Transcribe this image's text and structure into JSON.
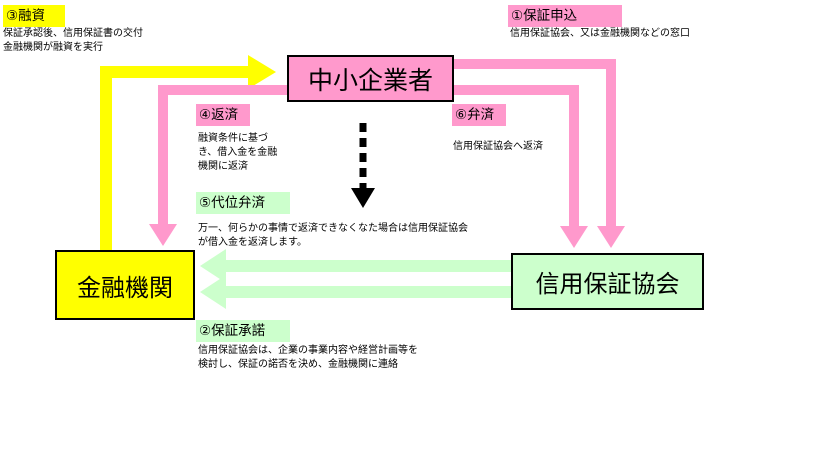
{
  "entities": {
    "sme": "中小企業者",
    "bank": "金融機関",
    "cgc": "信用保証協会"
  },
  "steps": {
    "loan": {
      "label": "③融資",
      "lines": [
        "保証承認後、信用保証書の交付",
        "金融機関が融資を実行"
      ]
    },
    "application": {
      "label": "①保証申込",
      "lines": [
        "信用保証協会、又は金融機関などの窓口"
      ]
    },
    "repayment": {
      "label": "④返済",
      "lines": [
        "融資条件に基づ",
        "き、借入金を金融",
        "機関に返済"
      ]
    },
    "reimbursement": {
      "label": "⑥弁済",
      "lines": [
        "信用保証協会へ返済"
      ]
    },
    "subrogation": {
      "label": "⑤代位弁済",
      "lines": [
        "万一、何らかの事情で返済できなくなた場合は信用保証協会",
        "が借入金を返済します。"
      ]
    },
    "approval": {
      "label": "②保証承諾",
      "lines": [
        "信用保証協会は、企業の事業内容や経営計画等を",
        "検討し、保証の諾否を決め、金融機関に連絡"
      ]
    }
  },
  "colors": {
    "sme": "#ff99cc",
    "bank": "#ffff00",
    "cgc": "#ccffcc",
    "pink_arrow": "#ff99cc",
    "yellow_arrow": "#ffff00",
    "green_arrow": "#ccffcc"
  }
}
